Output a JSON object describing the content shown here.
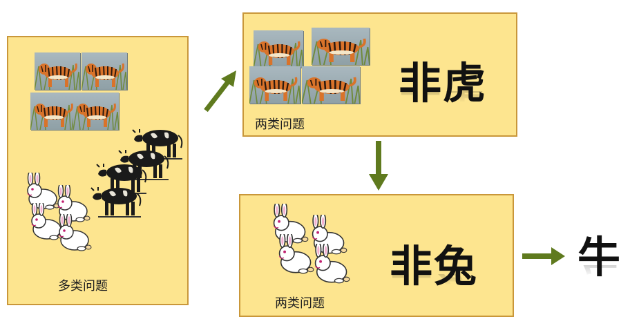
{
  "left_panel": {
    "caption": "多类问题"
  },
  "tiger_panel": {
    "title": "非虎",
    "caption": "两类问题"
  },
  "rabbit_panel": {
    "title": "非兔",
    "caption": "两类问题"
  },
  "result": {
    "text": "牛"
  },
  "colors": {
    "panel_fill": "#fde58f",
    "panel_border": "#c9973a",
    "arrow": "#5f7a1e"
  },
  "icons": [
    "tiger-icon",
    "cow-icon",
    "rabbit-icon",
    "arrow-icon"
  ]
}
